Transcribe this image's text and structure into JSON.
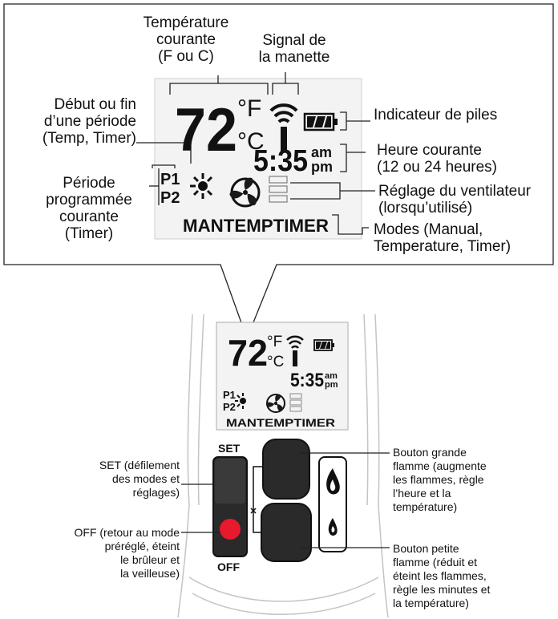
{
  "callouts_top": {
    "current_temperature": "Température\ncourante\n(F ou C)",
    "remote_signal": "Signal de\nla manette",
    "period_start_end": "Début ou fin\nd’une période\n(Temp, Timer)",
    "current_period": "Période\nprogrammée\ncourante\n(Timer)",
    "battery_indicator": "Indicateur de piles",
    "current_time": "Heure courante\n(12 ou 24 heures)",
    "fan_setting": "Réglage du ventilateur\n(lorsqu’utilisé)",
    "modes": "Modes (Manual,\nTemperature, Timer)"
  },
  "display": {
    "temperature": "72",
    "unit_f": "°F",
    "unit_c": "°C",
    "time": "5:35",
    "am": "am",
    "pm": "pm",
    "p1": "P1",
    "p2": "P2",
    "modes": "MANTEMPTIMER"
  },
  "remote": {
    "set_label": "SET",
    "off_label": "OFF"
  },
  "callouts_bottom": {
    "set_desc": "SET (défilement\ndes modes et\nréglages)",
    "off_desc": "OFF (retour au mode\npréréglé, éteint\nle brûleur et\nla veilleuse)",
    "big_flame_desc": "Bouton grande\nflamme (augmente\nles flammes, règle\nl’heure et la\ntempérature)",
    "small_flame_desc": "Bouton petite\nflamme (réduit et\néteint les flammes,\nrègle les minutes et\nla température)"
  },
  "colors": {
    "off_button": "#e8192c",
    "button_dark": "#2a2a2a",
    "outline": "#bdbdbd"
  }
}
